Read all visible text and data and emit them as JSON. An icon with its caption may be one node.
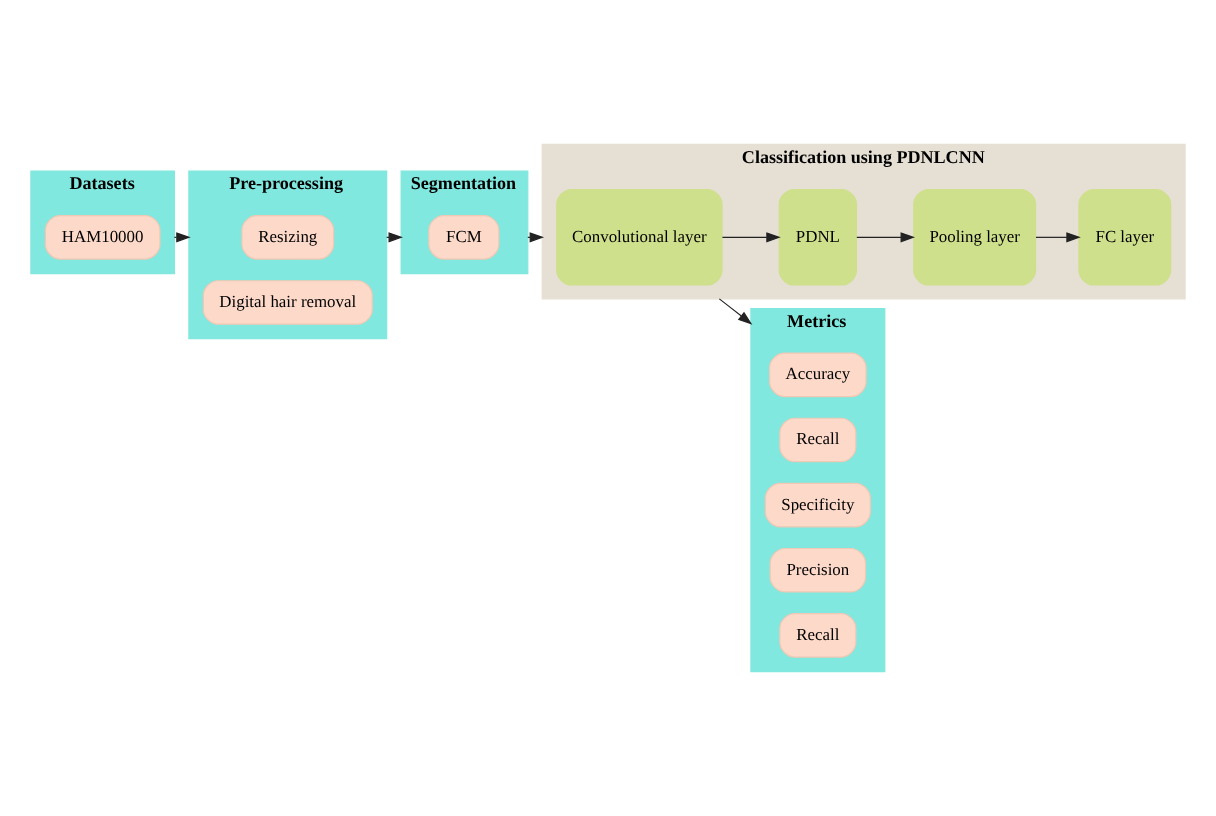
{
  "diagram": {
    "nodes": [
      {
        "text": [
          "Datasets"
        ]
      },
      {
        "text": [
          "HAM10000"
        ],
        "in": 0
      },
      {
        "text": [
          "Pre-processing"
        ]
      },
      {
        "text": [
          "Resizing"
        ],
        "in": 2
      },
      {
        "text": [
          "Digital hair removal"
        ],
        "in": 2
      },
      {
        "text": [
          "Segmentation"
        ]
      },
      {
        "text": [
          "FCM"
        ],
        "in": 5
      },
      {
        "text": [
          "Classification using PDNLCNN"
        ]
      },
      {
        "text": [
          "Convolutional layer"
        ],
        "in": 7
      },
      {
        "text": [
          "PDNL"
        ],
        "in": 7
      },
      {
        "text": [
          "Pooling layer"
        ],
        "in": 7
      },
      {
        "text": [
          "FC layer"
        ],
        "in": 7
      },
      {
        "text": [
          "Metrics"
        ]
      },
      {
        "text": [
          "Accuracy"
        ],
        "in": 12
      },
      {
        "text": [
          "Recall"
        ],
        "in": 12
      },
      {
        "text": [
          "Specificity"
        ],
        "in": 12
      },
      {
        "text": [
          "Precision"
        ],
        "in": 12
      },
      {
        "text": [
          "Recall"
        ],
        "in": 12
      }
    ],
    "edges": [
      {
        "from": 0,
        "to": 2,
        "arrow": "to"
      },
      {
        "from": 2,
        "to": 5,
        "arrow": "to"
      },
      {
        "from": 5,
        "to": 7,
        "arrow": "to"
      },
      {
        "from": 8,
        "to": 9,
        "arrow": "to"
      },
      {
        "from": 9,
        "to": 10,
        "arrow": "to"
      },
      {
        "from": 10,
        "to": 11,
        "arrow": "to"
      },
      {
        "from": 7,
        "to": 12,
        "arrow": "to"
      }
    ]
  }
}
